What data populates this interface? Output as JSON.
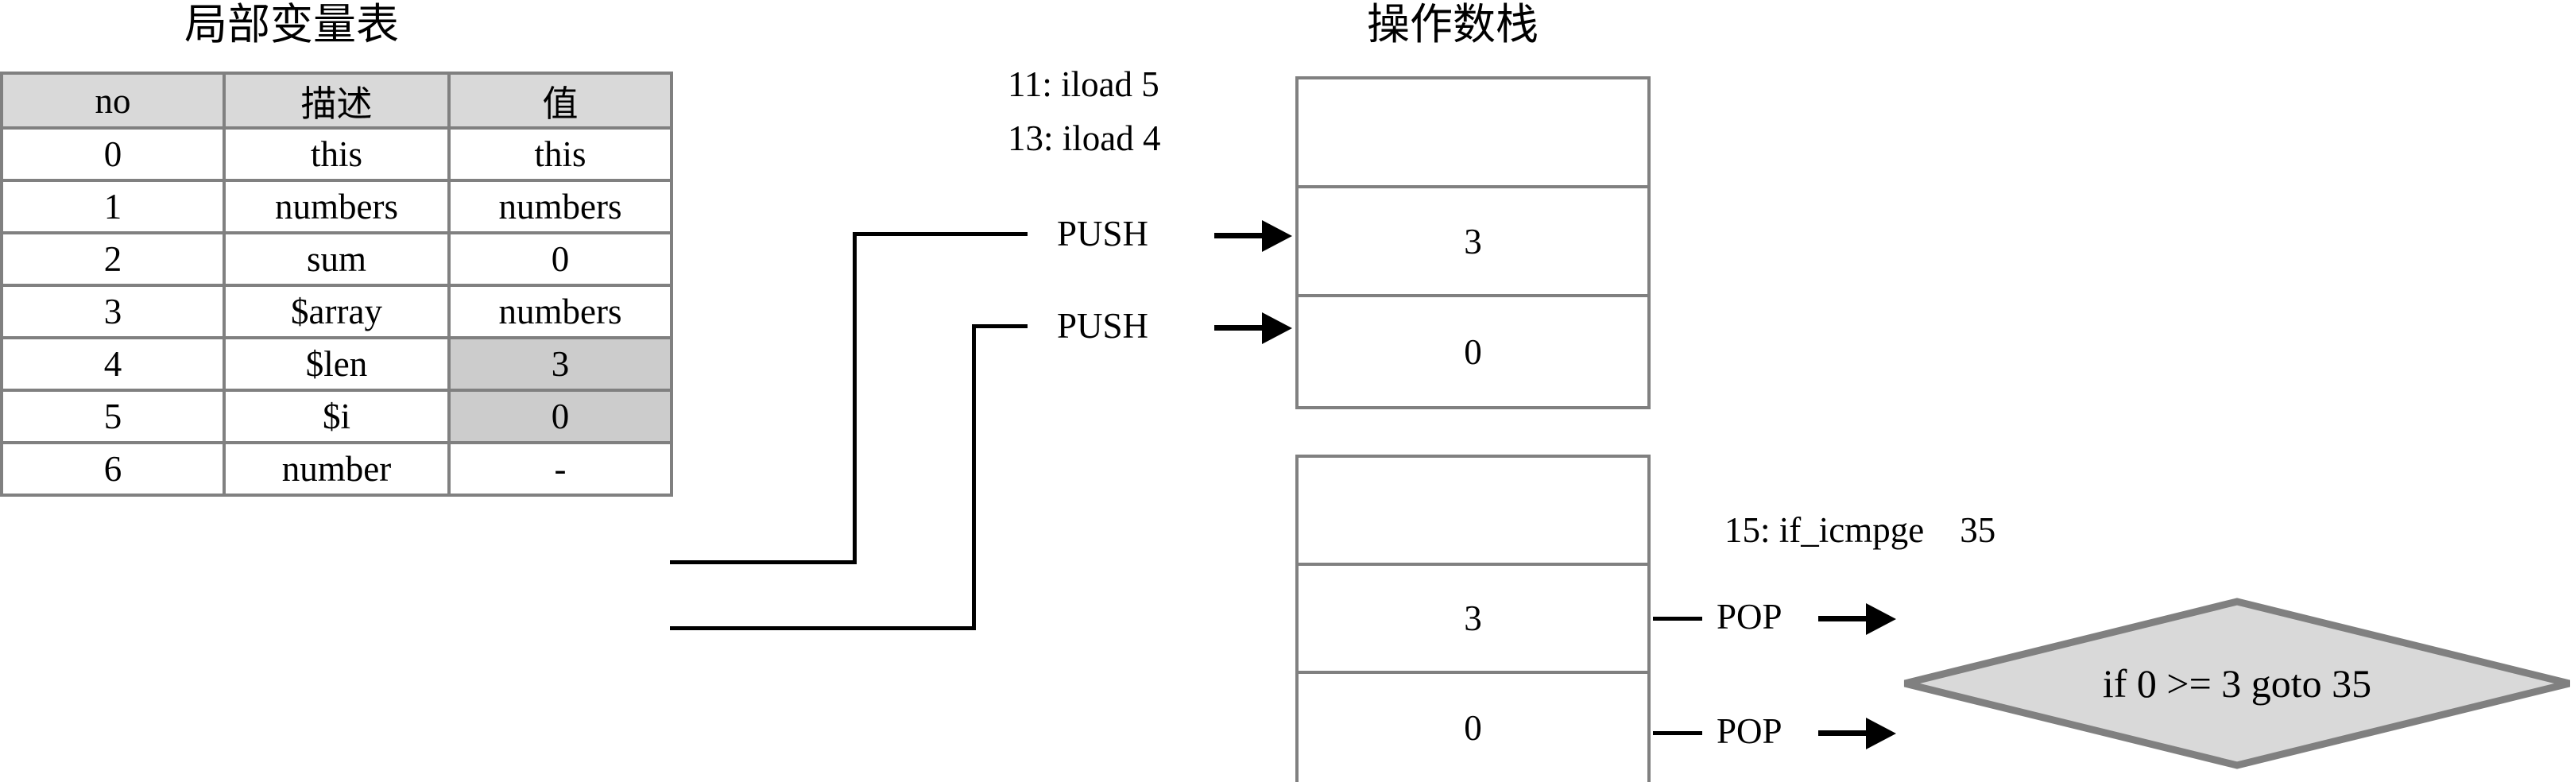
{
  "titles": {
    "local_variable_table": "局部变量表",
    "operand_stack": "操作数栈"
  },
  "local_variable_table": {
    "columns": [
      "no",
      "描述",
      "值"
    ],
    "rows": [
      {
        "no": "0",
        "desc": "this",
        "value": "this",
        "highlight": false
      },
      {
        "no": "1",
        "desc": "numbers",
        "value": "numbers",
        "highlight": false
      },
      {
        "no": "2",
        "desc": "sum",
        "value": "0",
        "highlight": false
      },
      {
        "no": "3",
        "desc": "$array",
        "value": "numbers",
        "highlight": false
      },
      {
        "no": "4",
        "desc": "$len",
        "value": "3",
        "highlight": true
      },
      {
        "no": "5",
        "desc": "$i",
        "value": "0",
        "highlight": true
      },
      {
        "no": "6",
        "desc": "number",
        "value": "-",
        "highlight": false
      }
    ]
  },
  "instructions": {
    "iload_5": "11: iload 5",
    "iload_4": "13: iload 4",
    "if_icmpge": "15: if_icmpge    35"
  },
  "operations": {
    "push_first": "PUSH",
    "push_second": "PUSH",
    "pop_first": "POP",
    "pop_second": "POP"
  },
  "stack_after_push": {
    "cells": [
      "",
      "3",
      "0"
    ]
  },
  "stack_before_pop": {
    "cells": [
      "",
      "3",
      "0"
    ]
  },
  "decision": {
    "condition": "if 0 >= 3 goto 35"
  },
  "colors": {
    "border_gray": "#808080",
    "header_fill": "#d9d9d9",
    "highlight_fill": "#cccccc",
    "diamond_fill": "#d9d9d9",
    "line_black": "#000000"
  }
}
